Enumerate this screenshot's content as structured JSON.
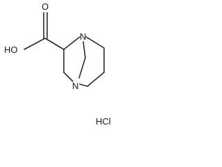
{
  "molecule": {
    "atoms": {
      "hydroxyl": "HO",
      "carbonyl_oxygen": "O",
      "bridgehead_nitrogen_1": "N",
      "bridgehead_nitrogen_4": "N"
    },
    "salt": "HCl"
  },
  "colors": {
    "bond": "#2a2a2a",
    "text": "#1a1a1a",
    "background": "#ffffff"
  }
}
